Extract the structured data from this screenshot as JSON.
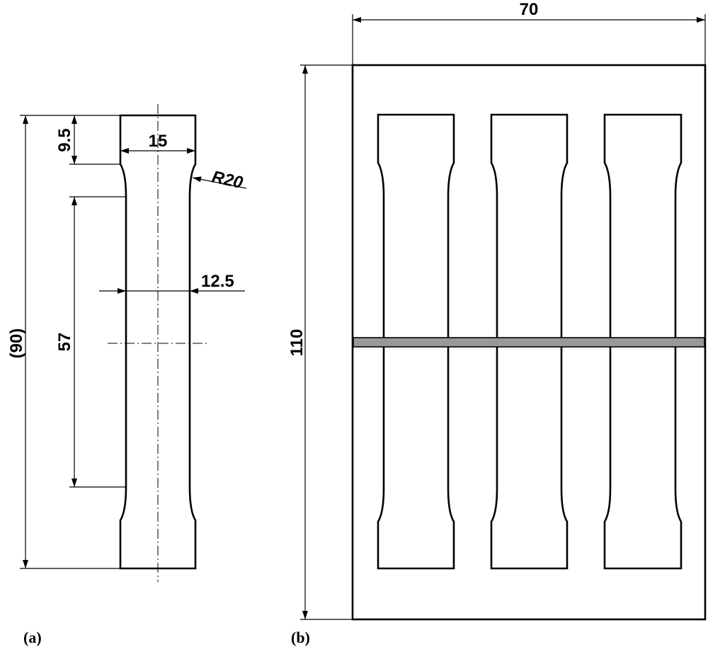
{
  "panel_a": {
    "caption": "(a)",
    "dim_total_length": "(90)",
    "dim_tab_length": "9.5",
    "dim_grip_width": "15",
    "dim_fillet_radius": "R20",
    "dim_gauge_width": "12.5",
    "dim_gauge_length": "57"
  },
  "panel_b": {
    "caption": "(b)",
    "dim_plate_width": "70",
    "dim_plate_height": "110",
    "specimen_count": 3,
    "cut_band_color": "#999999"
  }
}
